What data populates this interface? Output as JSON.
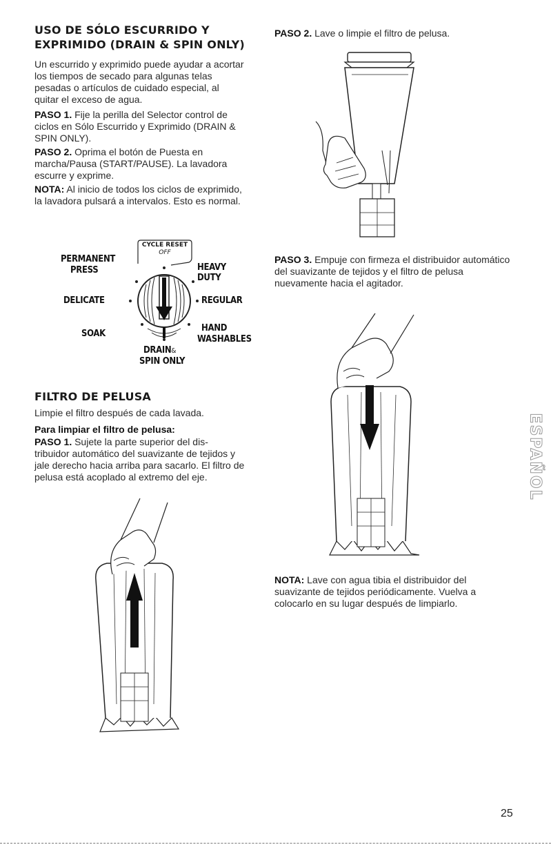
{
  "section1": {
    "title_line1": "USO DE SÓLO ESCURRIDO Y",
    "title_line2": "EXPRIMIDO (DRAIN & SPIN ONLY)",
    "intro": "Un escurrido y exprimido puede ayudar a acortar los tiempos de secado para algunas telas pesadas o artículos de cuidado especial, al quitar el exceso de agua.",
    "step1_label": "PASO 1.",
    "step1_text": " Fije la perilla del Selector control de ciclos en Sólo Escurrido y Exprimido (DRAIN & SPIN ONLY).",
    "step2_label": "PASO 2.",
    "step2_text": " Oprima el botón de Puesta en marcha/Pausa (START/PAUSE). La lavadora escurre y exprime.",
    "note_label": "NOTA:",
    "note_text": " Al inicio de todos los ciclos de exprimido, la lavadora pulsará a intervalos. Esto es normal."
  },
  "dial": {
    "reset_line1": "CYCLE RESET",
    "reset_line2": "OFF",
    "permanent": "PERMANENT",
    "press": "PRESS",
    "heavy_duty": "HEAVY DUTY",
    "delicate": "DELICATE",
    "regular": "REGULAR",
    "soak": "SOAK",
    "hand": "HAND",
    "washables": "WASHABLES",
    "drain": "DRAIN",
    "amp": "&",
    "spin_only": "SPIN ONLY"
  },
  "section2": {
    "title": "FILTRO DE PELUSA",
    "intro": "Limpie el filtro después de cada lavada.",
    "subtitle": "Para limpiar el filtro de pelusa:",
    "step1_label": "PASO 1.",
    "step1_text": " Sujete la parte superior del dis- tribuidor automático del suavizante de tejidos y jale derecho hacia arriba para sacarlo. El filtro de pelusa está acoplado al extremo del eje."
  },
  "right": {
    "step2_label": "PASO 2.",
    "step2_text": " Lave o limpie el filtro de pelusa.",
    "step3_label": "PASO 3.",
    "step3_text": " Empuje con firmeza el distribuidor automático del suavizante de tejidos y el filtro de pelusa nuevamente hacia el agitador.",
    "note_label": "NOTA:",
    "note_text": " Lave con agua tibia el distribuidor del suavizante de tejidos periódicamente. Vuelva a colocarlo en su lugar después de limpiarlo."
  },
  "side_tab": "ESPAÑOL",
  "page_number": "25"
}
